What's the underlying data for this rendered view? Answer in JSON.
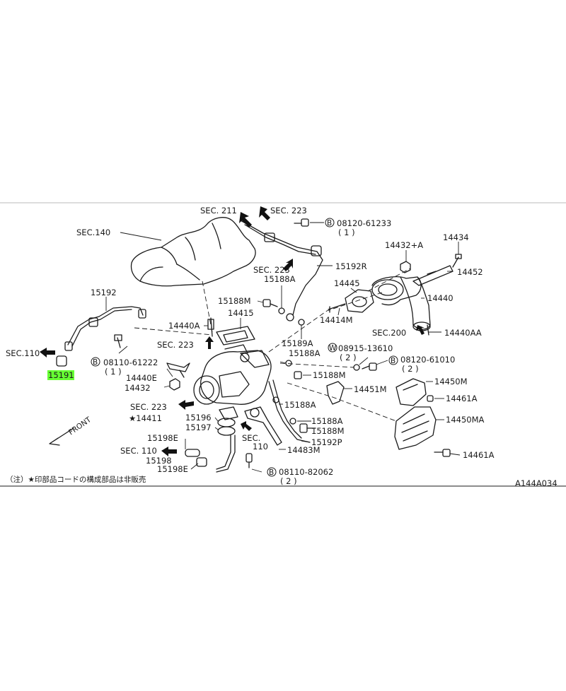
{
  "diagram": {
    "code": "A144A034",
    "note": "（注）★印部品コードの構成部品は非販売",
    "highlight_color": "#66ff33",
    "front_label": "FRONT",
    "labels": {
      "sec211": "SEC. 211",
      "sec223_top": "SEC. 223",
      "sec140": "SEC.140",
      "bolt_08120_61233": "08120-61233",
      "qty_1_top": "( 1 )",
      "p14432a": "14432+A",
      "p14434": "14434",
      "p14452": "14452",
      "p15192r": "15192R",
      "sec223_mid": "SEC. 223",
      "p15188a_top": "15188A",
      "p14445": "14445",
      "p14440": "14440",
      "p15192": "15192",
      "p15188m_top": "15188M",
      "p14415": "14415",
      "p14414m": "14414M",
      "p14440a": "14440A",
      "sec200": "SEC.200",
      "p14440aa": "14440AA",
      "sec223_left": "SEC. 223",
      "p15189a": "15189A",
      "p15188a_mid": "15188A",
      "washer_08915_13610": "08915-13610",
      "qty_2_washer": "( 2 )",
      "sec110_left": "SEC.110",
      "bolt_08110_61222": "08110-61222",
      "qty_1_left": "( 1 )",
      "bolt_08120_61010": "08120-61010",
      "qty_2_right": "( 2 )",
      "p15191": "15191",
      "p14440e": "14440E",
      "p15188m_mid": "15188M",
      "p14450m": "14450M",
      "p14432": "14432",
      "p14451m": "14451M",
      "p14461a_top": "14461A",
      "sec223_bottom": "SEC. 223",
      "p15188a_low": "15188A",
      "p14411": "★14411",
      "p15196": "15196",
      "p15188a_low2": "15188A",
      "p14450ma": "14450MA",
      "p15197": "15197",
      "p15188m_low": "15188M",
      "sec110_bottom_right": "SEC.",
      "sec110_bottom_right2": "110",
      "p15192p": "15192P",
      "p15198e_top": "15198E",
      "sec110_bottom": "SEC. 110",
      "p14483m": "14483M",
      "p14461a_bottom": "14461A",
      "p15198": "15198",
      "p15198e_bottom": "15198E",
      "bolt_08110_82062": "08110-82062",
      "qty_2_bottom": "( 2 )",
      "mark_b": "B",
      "mark_w": "W"
    }
  }
}
